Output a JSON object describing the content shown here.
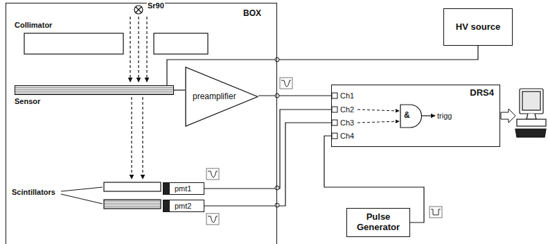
{
  "diagram": {
    "nodes": [
      {
        "text": [
          "BOX"
        ]
      },
      {
        "text": [
          "Sensor"
        ],
        "in": 0
      },
      {
        "text": [
          "preamplifier"
        ],
        "in": 0
      },
      {
        "text": [
          "pmt1"
        ],
        "in": 0
      },
      {
        "text": [
          "pmt2"
        ],
        "in": 0
      },
      {
        "text": [
          "HV source"
        ]
      },
      {
        "text": [
          "DRS4",
          "Ch1",
          "Ch2",
          "Ch3",
          "Ch4",
          "&",
          "trigg"
        ]
      },
      {
        "text": [
          "Pulse Generator"
        ]
      }
    ],
    "edges": [
      {
        "from": 5,
        "to": 1,
        "arrow": "none"
      },
      {
        "from": 1,
        "to": 2,
        "arrow": "none"
      },
      {
        "from": 2,
        "to": 6,
        "arrow": "none"
      },
      {
        "from": 3,
        "to": 6,
        "arrow": "none"
      },
      {
        "from": 4,
        "to": 6,
        "arrow": "none"
      },
      {
        "from": 7,
        "to": 6,
        "arrow": "none"
      }
    ],
    "labels": [
      "Sr90",
      "Collimator",
      "Scintillators"
    ]
  }
}
